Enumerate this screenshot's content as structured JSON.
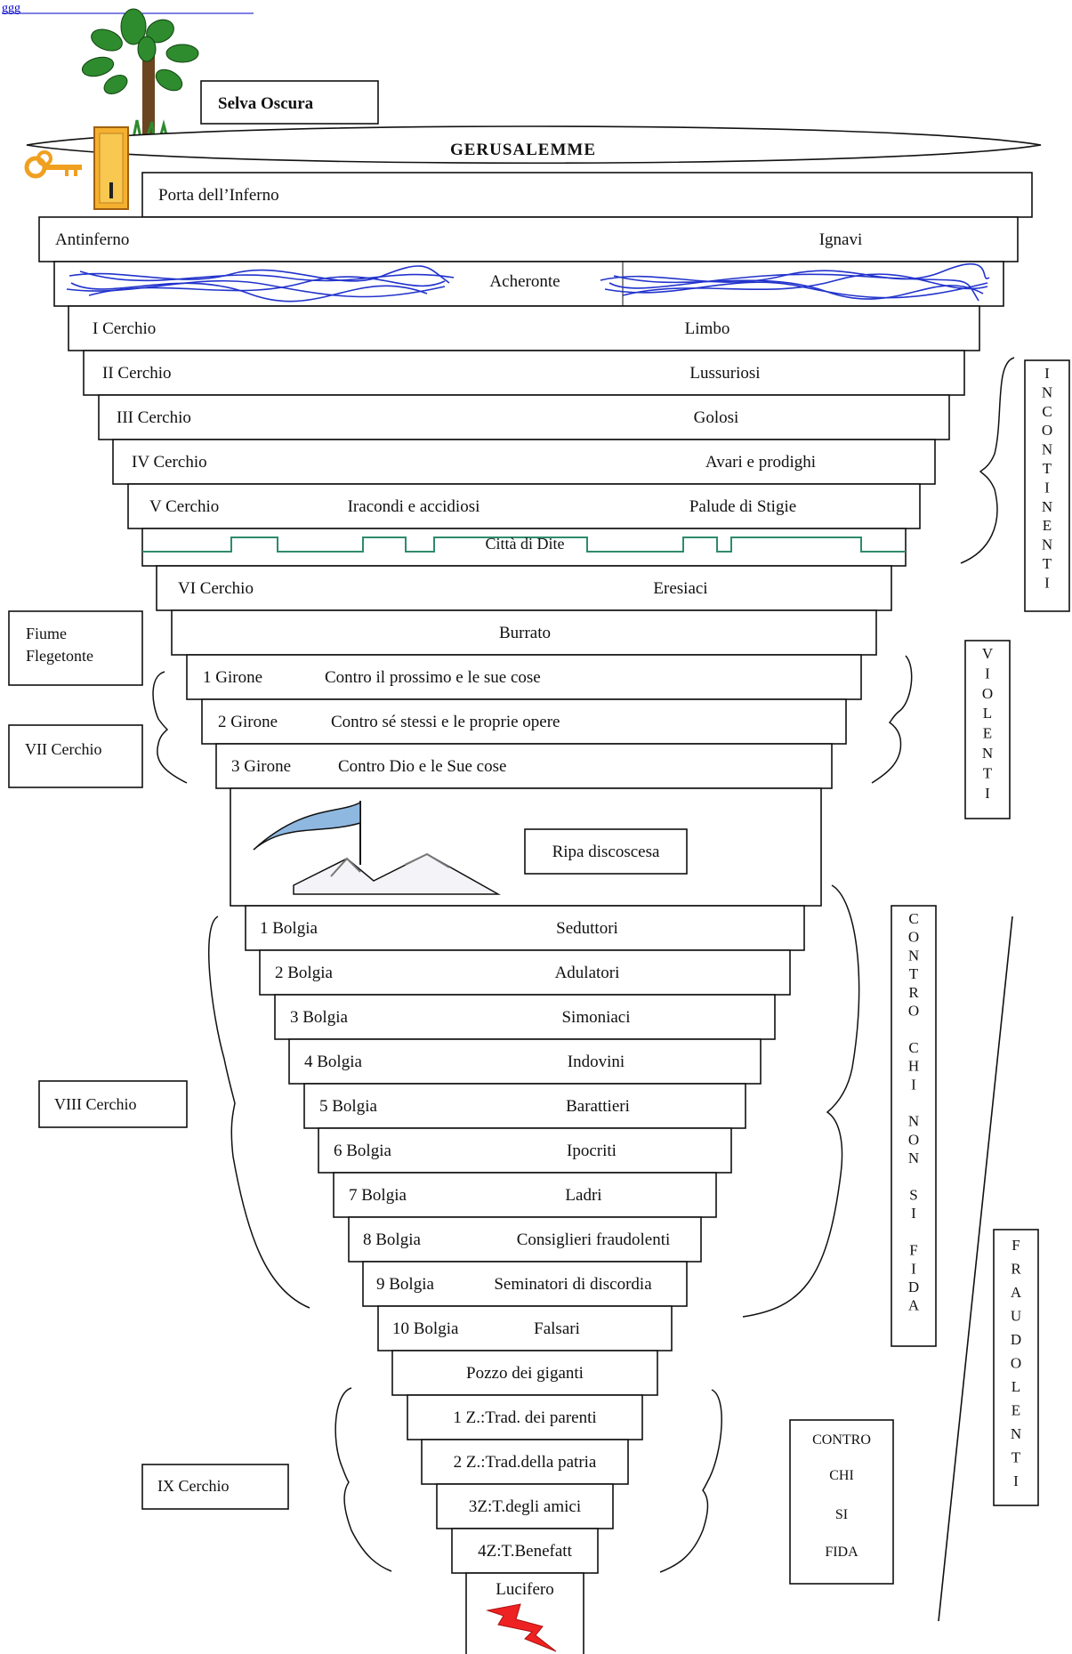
{
  "top_link_fragment": "ggg",
  "title": "GERUSALEMME",
  "selva": "Selva Oscura",
  "porta": "Porta dell’Inferno",
  "antinferno": {
    "left": "Antinferno",
    "right": "Ignavi"
  },
  "acheronte": "Acheronte",
  "circles_upper": [
    {
      "left": "I Cerchio",
      "right": "Limbo"
    },
    {
      "left": "II Cerchio",
      "right": "Lussuriosi"
    },
    {
      "left": "III Cerchio",
      "right": "Golosi"
    },
    {
      "left": "IV Cerchio",
      "right": "Avari e prodighi"
    },
    {
      "left": "V Cerchio",
      "mid": "Iracondi e accidiosi",
      "right": "Palude di Stigie"
    }
  ],
  "dite": "Città di Dite",
  "sixth": {
    "left": "VI Cerchio",
    "right": "Eresiaci"
  },
  "burrato": "Burrato",
  "gironi": [
    {
      "left": "1 Girone",
      "right": "Contro il prossimo e le sue cose"
    },
    {
      "left": "2 Girone",
      "right": "Contro sé stessi e le proprie opere"
    },
    {
      "left": "3 Girone",
      "right": "Contro Dio e le Sue cose"
    }
  ],
  "ripa": "Ripa discoscesa",
  "bolge": [
    {
      "left": "1 Bolgia",
      "right": "Seduttori"
    },
    {
      "left": "2 Bolgia",
      "right": "Adulatori"
    },
    {
      "left": "3 Bolgia",
      "right": "Simoniaci"
    },
    {
      "left": "4 Bolgia",
      "right": "Indovini"
    },
    {
      "left": "5 Bolgia",
      "right": "Barattieri"
    },
    {
      "left": "6 Bolgia",
      "right": "Ipocriti"
    },
    {
      "left": "7 Bolgia",
      "right": "Ladri"
    },
    {
      "left": "8 Bolgia",
      "right": "Consiglieri fraudolenti"
    },
    {
      "left": "9 Bolgia",
      "right": "Seminatori di discordia"
    },
    {
      "left": "10 Bolgia",
      "right": "Falsari"
    }
  ],
  "pozzo": "Pozzo dei giganti",
  "zone": [
    "1 Z.:Trad. dei parenti",
    "2 Z.:Trad.della patria",
    "3Z:T.degli amici",
    "4Z:T.Benefatt"
  ],
  "lucifero": "Lucifero",
  "side_labels": {
    "fiume": [
      "Fiume",
      "Flegetonte"
    ],
    "vii": "VII Cerchio",
    "viii": "VIII Cerchio",
    "ix": "IX Cerchio"
  },
  "vertical_labels": {
    "incontinenti": "INCONTINENTI",
    "violenti": "VIOLENTI",
    "contro_chi_non_si_fida": [
      "CONTRO",
      "CHI",
      "NON",
      "SI",
      "FIDA"
    ],
    "fraudolenti": "FRAUDOLENTI"
  },
  "contro_chi_si_fida": [
    "CONTRO",
    "CHI",
    "SI",
    "FIDA"
  ],
  "colors": {
    "scribble": "#2233cc",
    "dite_wall": "#2e8b6e",
    "key": "#f0a020",
    "bolt": "#ee2222",
    "tree_leaf": "#2e8b2e",
    "flag": "#8fb8e0"
  }
}
